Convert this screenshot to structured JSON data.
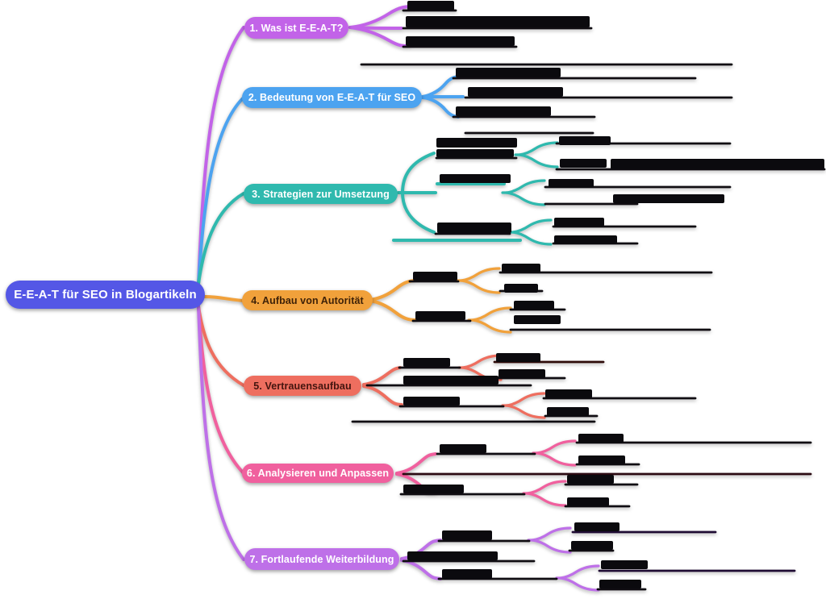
{
  "diagram": {
    "type": "mindmap",
    "subtopic_labels_visible": false,
    "center": {
      "label": "E-E-A-T für SEO in Blogartikeln",
      "color": "#5457E6",
      "text_color": "#FFFFFF"
    },
    "branches": [
      {
        "label": "1. Was ist E-E-A-T?",
        "color": "#C263E8",
        "text_color": "#FFFFFF",
        "subtopic_count": 3
      },
      {
        "label": "2. Bedeutung von E-E-A-T für SEO",
        "color": "#4CA3F0",
        "text_color": "#FFFFFF",
        "subtopic_count": 3
      },
      {
        "label": "3. Strategien zur Umsetzung",
        "color": "#2FB9AE",
        "text_color": "#FFFFFF",
        "subtopic_count": 3
      },
      {
        "label": "4. Aufbau von Autorität",
        "color": "#F1A13B",
        "text_color": "#3F2208",
        "subtopic_count": 2
      },
      {
        "label": "5. Vertrauensaufbau",
        "color": "#EE6E5F",
        "text_color": "#44150F",
        "subtopic_count": 3
      },
      {
        "label": "6. Analysieren und Anpassen",
        "color": "#F0609E",
        "text_color": "#FFFFFF",
        "subtopic_count": 3
      },
      {
        "label": "7. Fortlaufende Weiterbildung",
        "color": "#BE70E8",
        "text_color": "#FFFFFF",
        "subtopic_count": 3
      }
    ]
  }
}
